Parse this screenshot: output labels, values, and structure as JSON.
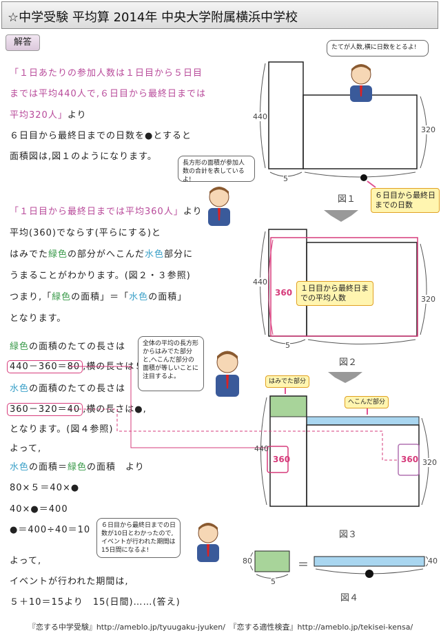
{
  "header": {
    "title": "☆中学受験 平均算 2014年 中央大学附属横浜中学校"
  },
  "answer_label": "解答",
  "text": {
    "l1": "「１日あたりの参加人数は１日目から５日目",
    "l2": "までは平均440人で,６日目から最終日までは",
    "l3a": "平均320人」",
    "l3b": "より",
    "l4": "６日目から最終日までの日数を●とすると",
    "l5": "面積図は,図１のようになります。",
    "l6a": "「１日目から最終日までは平均360人」",
    "l6b": "より",
    "l7": "平均(360)でならす(平らにする)と",
    "l8a": "はみでた",
    "l8b": "緑色",
    "l8c": "の部分がへこんだ",
    "l8d": "水色",
    "l8e": "部分に",
    "l9": "うまることがわかります。(図２・３参照)",
    "l10a": "つまり,「",
    "l10b": "緑色",
    "l10c": "の面積」＝「",
    "l10d": "水色",
    "l10e": "の面積」",
    "l11": "となります。",
    "l12a": "緑色",
    "l12b": "の面積のたての長さは",
    "l13a": "440－360＝80",
    "l13b": ",横の長さは５,",
    "l14a": "水色",
    "l14b": "の面積のたての長さは",
    "l15a": "360－320＝40",
    "l15b": ",横の長さは●,",
    "l16": "となります。(図４参照)",
    "l17": "よって,",
    "l18a": "水色",
    "l18b": "の面積＝",
    "l18c": "緑色",
    "l18d": "の面積　より",
    "l19": "80×５＝40×●",
    "l20": "40×●＝400",
    "l21": "●＝400÷40＝10",
    "l22": "よって,",
    "l23": "イベントが行われた期間は,",
    "l24": "５＋10＝15より　15(日間)……(答え)"
  },
  "bubbles": {
    "b1": "たてが人数,横に日数をとるよ!",
    "b2": "長方形の面積が参加人数の合計を表しているよ!",
    "b3": "全体の平均の長方形からはみでた部分と,へこんだ部分の面積が等しいことに注目するよ。",
    "b4": "６日目から最終日までの日数が10日とわかったので,イベントが行われた期間は15日間になるよ!"
  },
  "figures": {
    "fig1": {
      "label": "図１",
      "left_h": "440",
      "right_h": "320",
      "bottom_w": "5",
      "callout": "６日目から最終日までの日数"
    },
    "fig2": {
      "label": "図２",
      "left_h": "440",
      "avg": "360",
      "right_h": "320",
      "bottom_w": "5",
      "callout": "１日目から最終日までの平均人数"
    },
    "fig3": {
      "label": "図３",
      "left_h": "440",
      "avg_left": "360",
      "avg_right": "360",
      "right_h": "320",
      "tag_green": "はみでた部分",
      "tag_blue": "へこんだ部分"
    },
    "fig4": {
      "label": "図４",
      "green_h": "80",
      "green_w": "5",
      "blue_h": "40",
      "eq": "＝"
    }
  },
  "footer": "『恋する中学受験』http://ameblo.jp/tyuugaku-jyuken/　『恋する適性検査』http://ameblo.jp/tekisei-kensa/",
  "colors": {
    "pink_text": "#b84a9a",
    "green": "#3a9a4a",
    "blue": "#3aa0c8",
    "red": "#d63a7a",
    "yellow": "#fff5b0"
  }
}
